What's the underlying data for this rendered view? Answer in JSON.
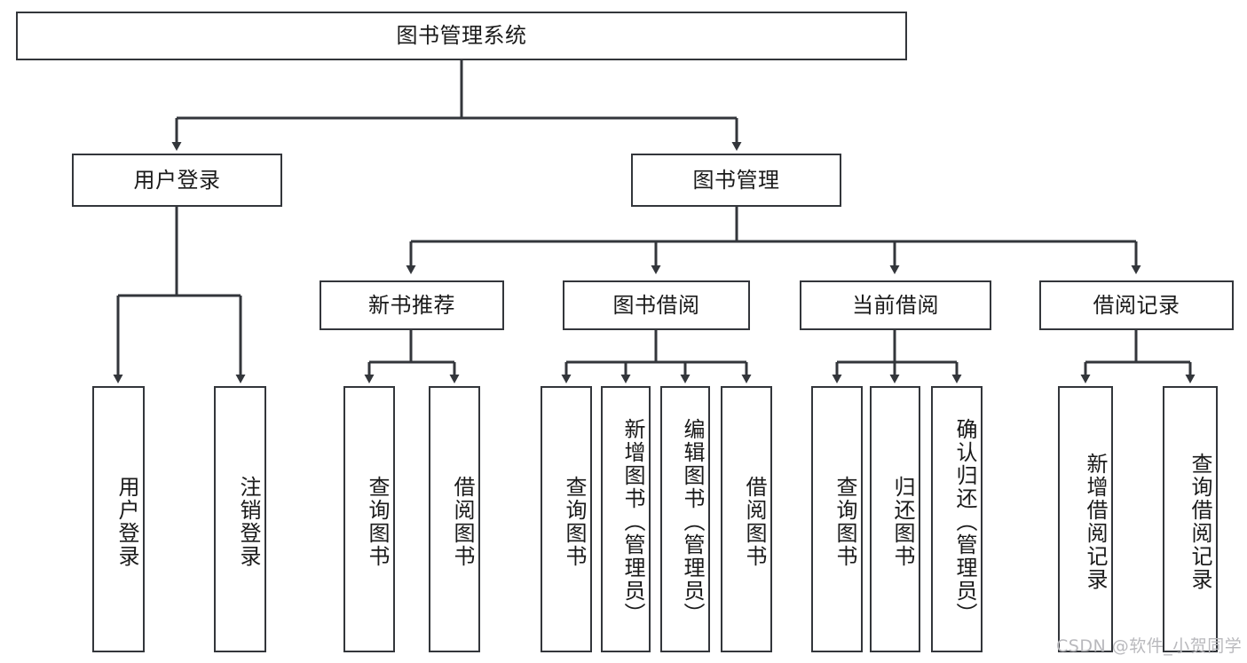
{
  "diagram": {
    "title": "图书管理系统",
    "type": "hierarchy-tree",
    "root": {
      "id": "root",
      "label": "图书管理系统"
    },
    "level1": [
      {
        "id": "user-login",
        "label": "用户登录"
      },
      {
        "id": "book-manage",
        "label": "图书管理"
      }
    ],
    "level2": [
      {
        "id": "new-book-rec",
        "label": "新书推荐",
        "parent": "book-manage"
      },
      {
        "id": "book-borrow",
        "label": "图书借阅",
        "parent": "book-manage"
      },
      {
        "id": "current-borrow",
        "label": "当前借阅",
        "parent": "book-manage"
      },
      {
        "id": "borrow-record",
        "label": "借阅记录",
        "parent": "book-manage"
      }
    ],
    "leaves": [
      {
        "id": "leaf-user-login",
        "label": "用户登录",
        "parent": "user-login"
      },
      {
        "id": "leaf-logout",
        "label": "注销登录",
        "parent": "user-login"
      },
      {
        "id": "leaf-query-book-rec",
        "label": "查询图书",
        "parent": "new-book-rec"
      },
      {
        "id": "leaf-borrow-book-rec",
        "label": "借阅图书",
        "parent": "new-book-rec"
      },
      {
        "id": "leaf-query-book-borrow",
        "label": "查询图书",
        "parent": "book-borrow"
      },
      {
        "id": "leaf-add-book",
        "label": "新增图书（管理员）",
        "parent": "book-borrow"
      },
      {
        "id": "leaf-edit-book",
        "label": "编辑图书（管理员）",
        "parent": "book-borrow"
      },
      {
        "id": "leaf-borrow-book",
        "label": "借阅图书",
        "parent": "book-borrow"
      },
      {
        "id": "leaf-query-book-current",
        "label": "查询图书",
        "parent": "current-borrow"
      },
      {
        "id": "leaf-return-book",
        "label": "归还图书",
        "parent": "current-borrow"
      },
      {
        "id": "leaf-confirm-return",
        "label": "确认归还（管理员）",
        "parent": "current-borrow"
      },
      {
        "id": "leaf-add-record",
        "label": "新增借阅记录",
        "parent": "borrow-record"
      },
      {
        "id": "leaf-query-record",
        "label": "查询借阅记录",
        "parent": "borrow-record"
      }
    ]
  },
  "watermark": {
    "text": "CSDN @软件_小贺同学"
  },
  "colors": {
    "stroke": "#33363b",
    "background": "#ffffff",
    "text": "#1a1a1a",
    "watermark": "#b9b9bd"
  }
}
